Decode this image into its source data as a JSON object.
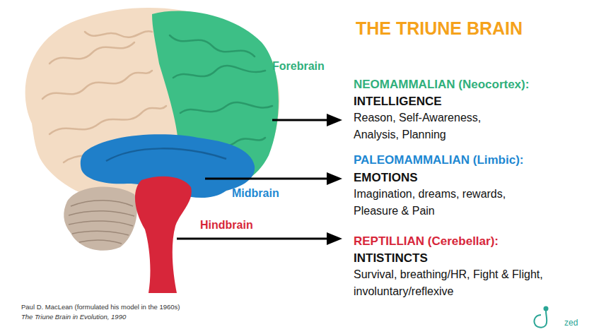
{
  "diagram": {
    "title": "THE TRIUNE BRAIN",
    "labels": [
      "Forebrain",
      "Midbrain",
      "Hindbrain",
      "NEOMAMMALIAN (Neocortex):",
      "INTELLIGENCE",
      "Reason, Self-Awareness, Analysis, Planning",
      "PALEOMAMMALIAN (Limbic):",
      "EMOTIONS",
      "Imagination, dreams, rewards, Pleasure & Pain",
      "REPTILLIAN (Cerebellar):",
      "INTISTINCTS",
      "Survival, breathing/HR, Fight & Flight, involuntary/reflexive",
      "Paul D. MacLean (formulated his model in the 1960s)",
      "The Triune Brain in Evolution, 1990",
      "zed"
    ]
  }
}
